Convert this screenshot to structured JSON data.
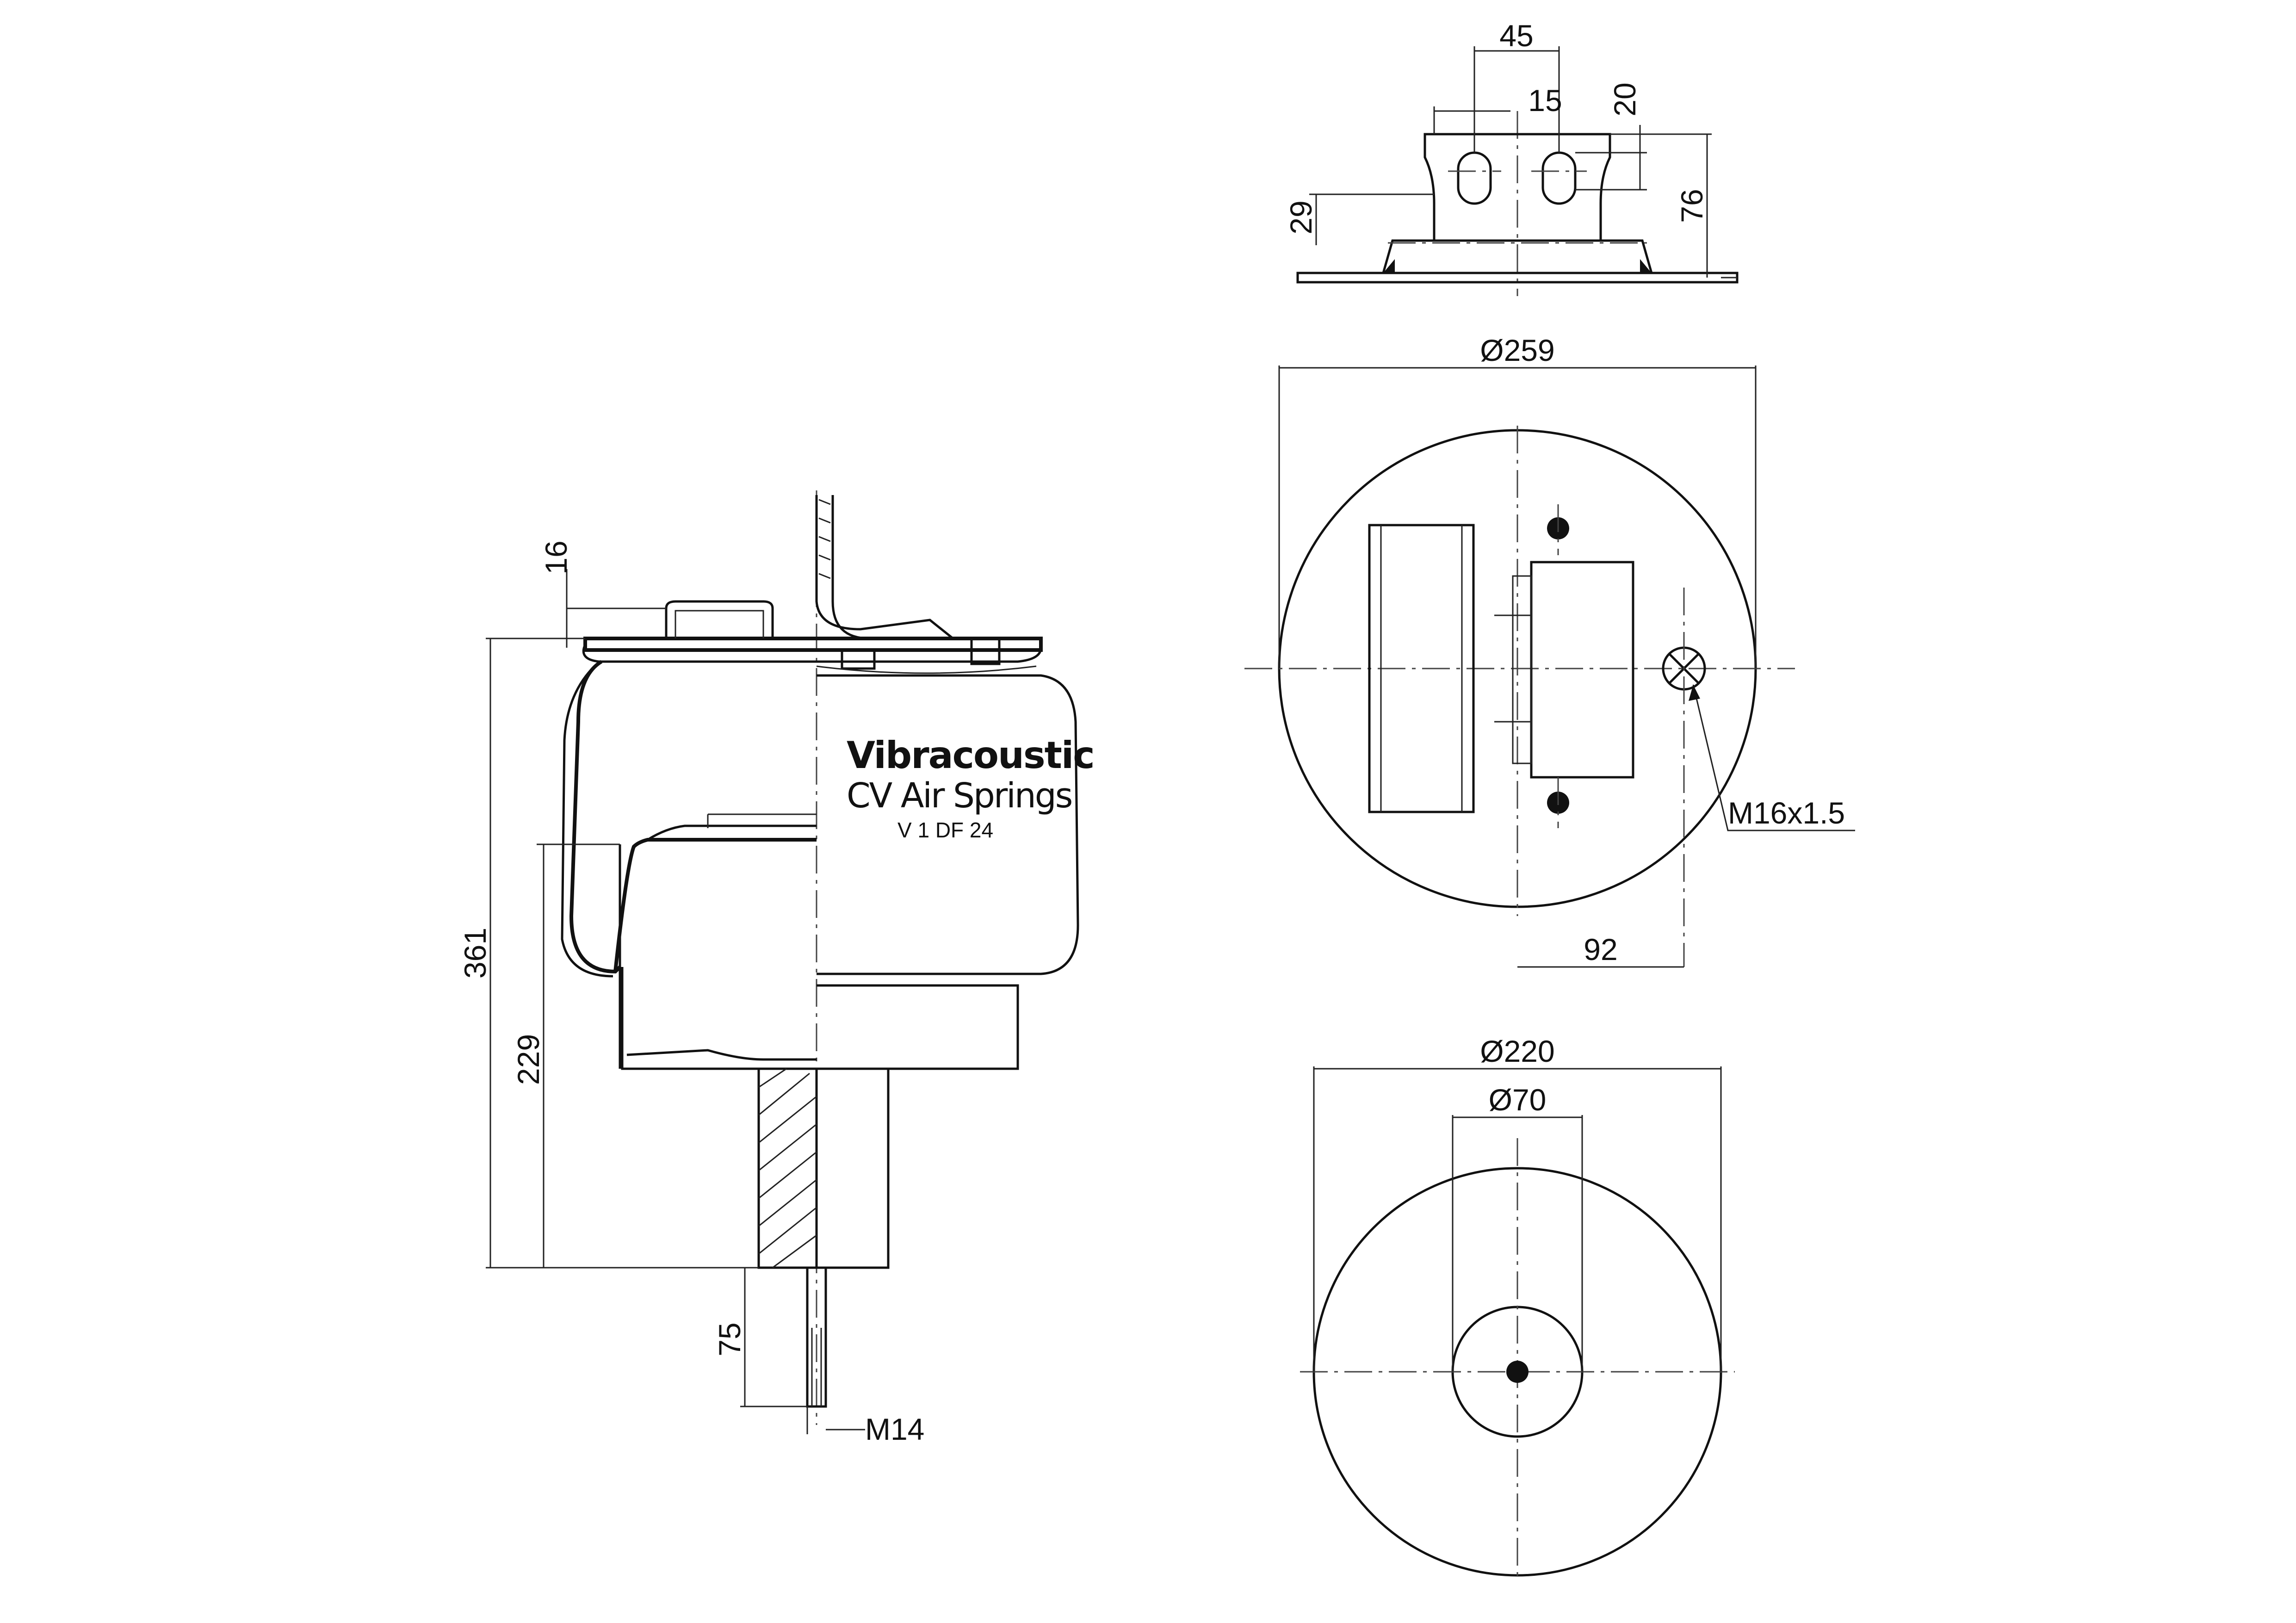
{
  "branding": {
    "line1": "Vibracoustic",
    "line2": "CV Air Springs",
    "line3": "V 1 DF 24"
  },
  "dimensions": {
    "top_height": "16",
    "overall_height": "361",
    "piston_height": "229",
    "stud_length": "75",
    "stud_thread": "M14",
    "bracket_width": "45",
    "hole_spacing": "15",
    "hole_offset": "20",
    "bracket_base": "29",
    "bracket_height": "76",
    "plate_diameter": "Ø259",
    "air_connection": "M16x1.5",
    "air_offset": "92",
    "base_diameter": "Ø220",
    "piston_diameter": "Ø70"
  }
}
